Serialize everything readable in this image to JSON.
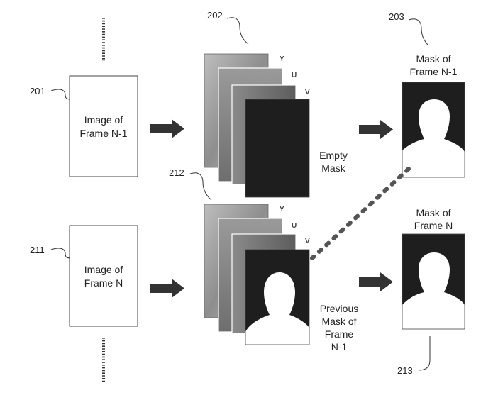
{
  "refs": {
    "r201": "201",
    "r202": "202",
    "r203": "203",
    "r211": "211",
    "r212": "212",
    "r213": "213"
  },
  "boxes": {
    "frame_prev": [
      "Image of",
      "Frame N-1"
    ],
    "frame_curr": [
      "Image of",
      "Frame N"
    ]
  },
  "channels": {
    "top": [
      "Y",
      "U",
      "V"
    ],
    "bottom": [
      "Y",
      "U",
      "V"
    ]
  },
  "captions": {
    "empty_mask": [
      "Empty",
      "Mask"
    ],
    "previous_mask": [
      "Previous",
      "Mask of",
      "Frame",
      "N-1"
    ],
    "mask_prev": [
      "Mask of",
      "Frame N-1"
    ],
    "mask_curr": [
      "Mask of",
      "Frame N"
    ]
  }
}
